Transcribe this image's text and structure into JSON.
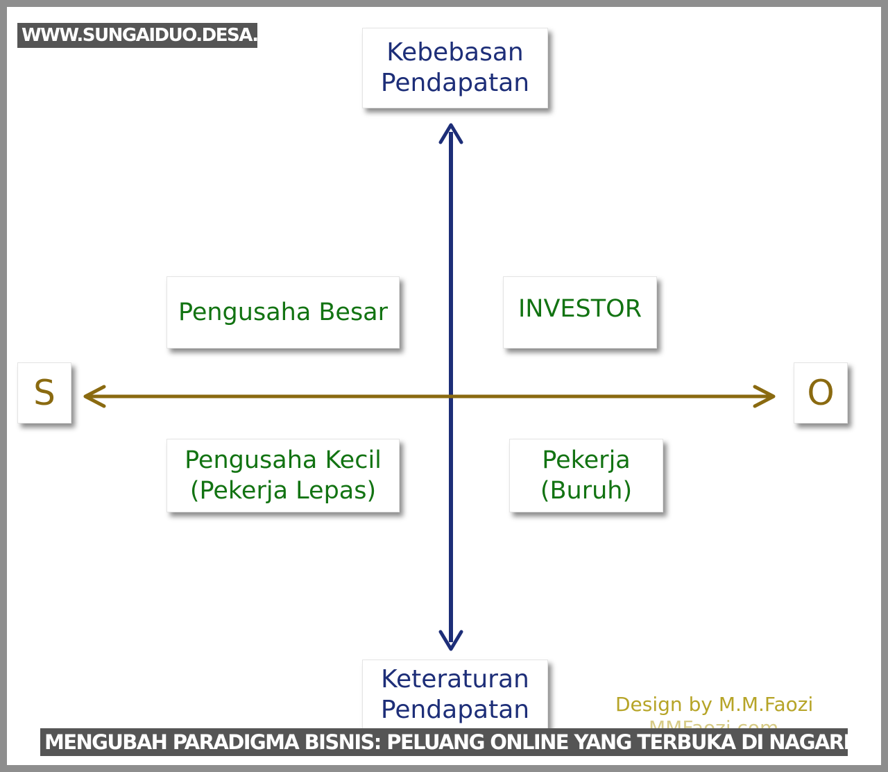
{
  "watermark": "WWW.SUNGAIDUO.DESA.ID",
  "caption": "MENGUBAH PARADIGMA BISNIS: PELUANG ONLINE YANG TERBUKA DI NAGARI SUNGAI DUO",
  "diagram": {
    "top_box": [
      "Kebebasan",
      "Pendapatan"
    ],
    "bottom_box": [
      "Keteraturan",
      "Pendapatan"
    ],
    "left_letter": "S",
    "right_letter": "O",
    "quadrant_top_left": [
      "Pengusaha Besar"
    ],
    "quadrant_top_right": [
      "INVESTOR"
    ],
    "quadrant_bottom_left": [
      "Pengusaha Kecil",
      "(Pekerja Lepas)"
    ],
    "quadrant_bottom_right": [
      "Pekerja",
      "(Buruh)"
    ],
    "credit": [
      "Design by M.M.Faozi",
      "MMFaozi.com"
    ]
  },
  "colors": {
    "vertical_axis": "#1d2e78",
    "horizontal_axis": "#8a6a10",
    "box_text_blue": "#1d2e78",
    "box_text_green": "#127312",
    "credit_text": "#b6a427",
    "banner_background": "#555555"
  }
}
